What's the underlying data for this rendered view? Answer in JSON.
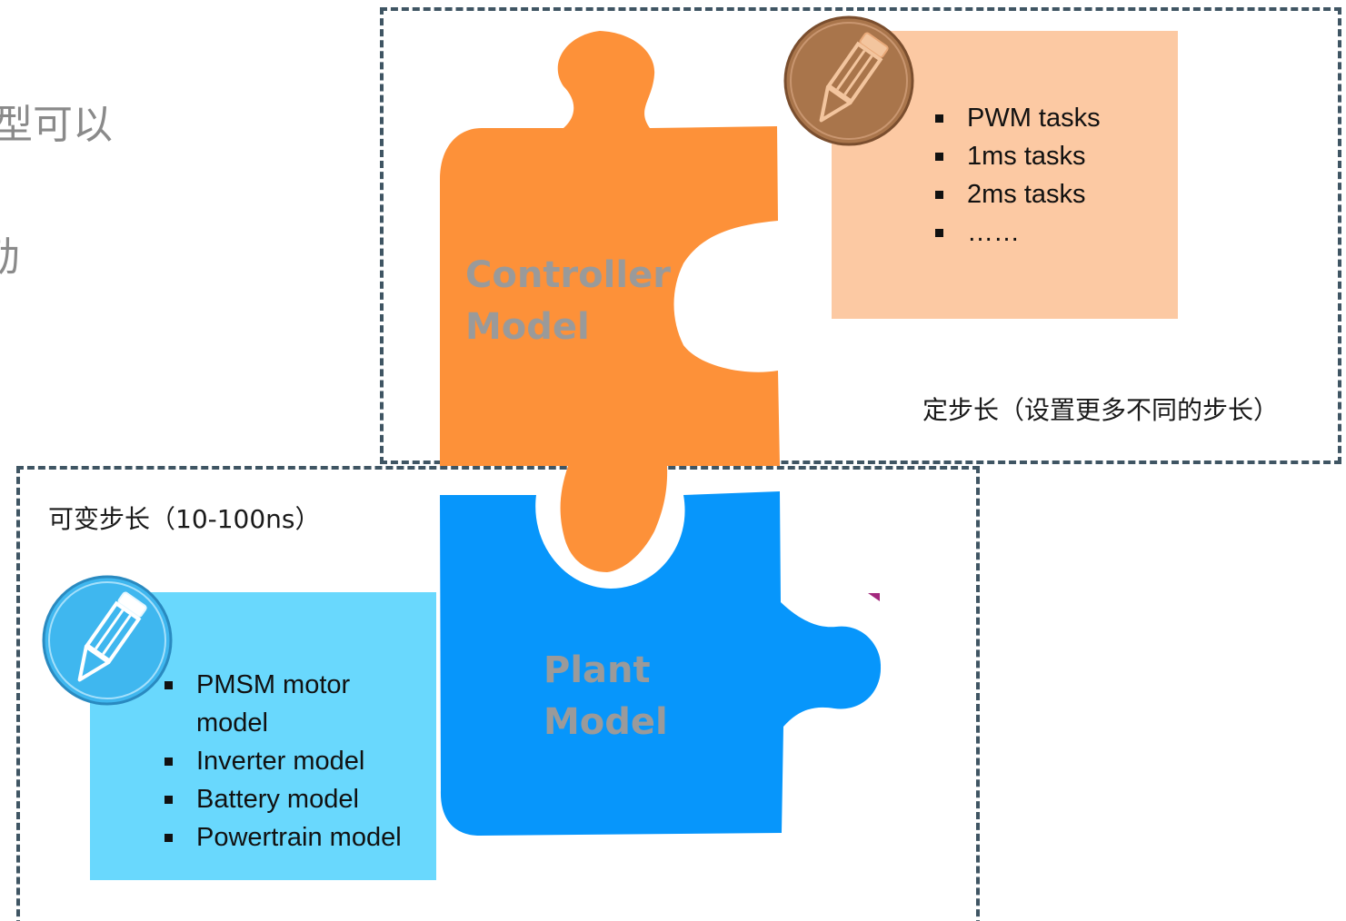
{
  "background_text": {
    "line1": "型可以",
    "line2": "劢"
  },
  "controller_piece": {
    "label": "Controller\nModel",
    "color": "#fd9139"
  },
  "plant_piece": {
    "label": "Plant\nModel",
    "color": "#0796fb"
  },
  "controller_note": {
    "color": "#fcc9a3",
    "icon": "pencil-icon",
    "items": [
      "PWM tasks",
      "1ms tasks",
      "2ms tasks",
      "……"
    ]
  },
  "plant_note": {
    "color": "#69d8fd",
    "icon": "pencil-icon",
    "items": [
      "PMSM motor model",
      "Inverter model",
      "Battery model",
      "Powertrain model"
    ]
  },
  "captions": {
    "fixed_step": "定步长（设置更多不同的步长）",
    "variable_step": "可变步长（10-100ns）"
  },
  "colors": {
    "dash_border": "#3f5563",
    "pencil_brown": "#a9754b",
    "pencil_blue": "#3fb7ef"
  }
}
